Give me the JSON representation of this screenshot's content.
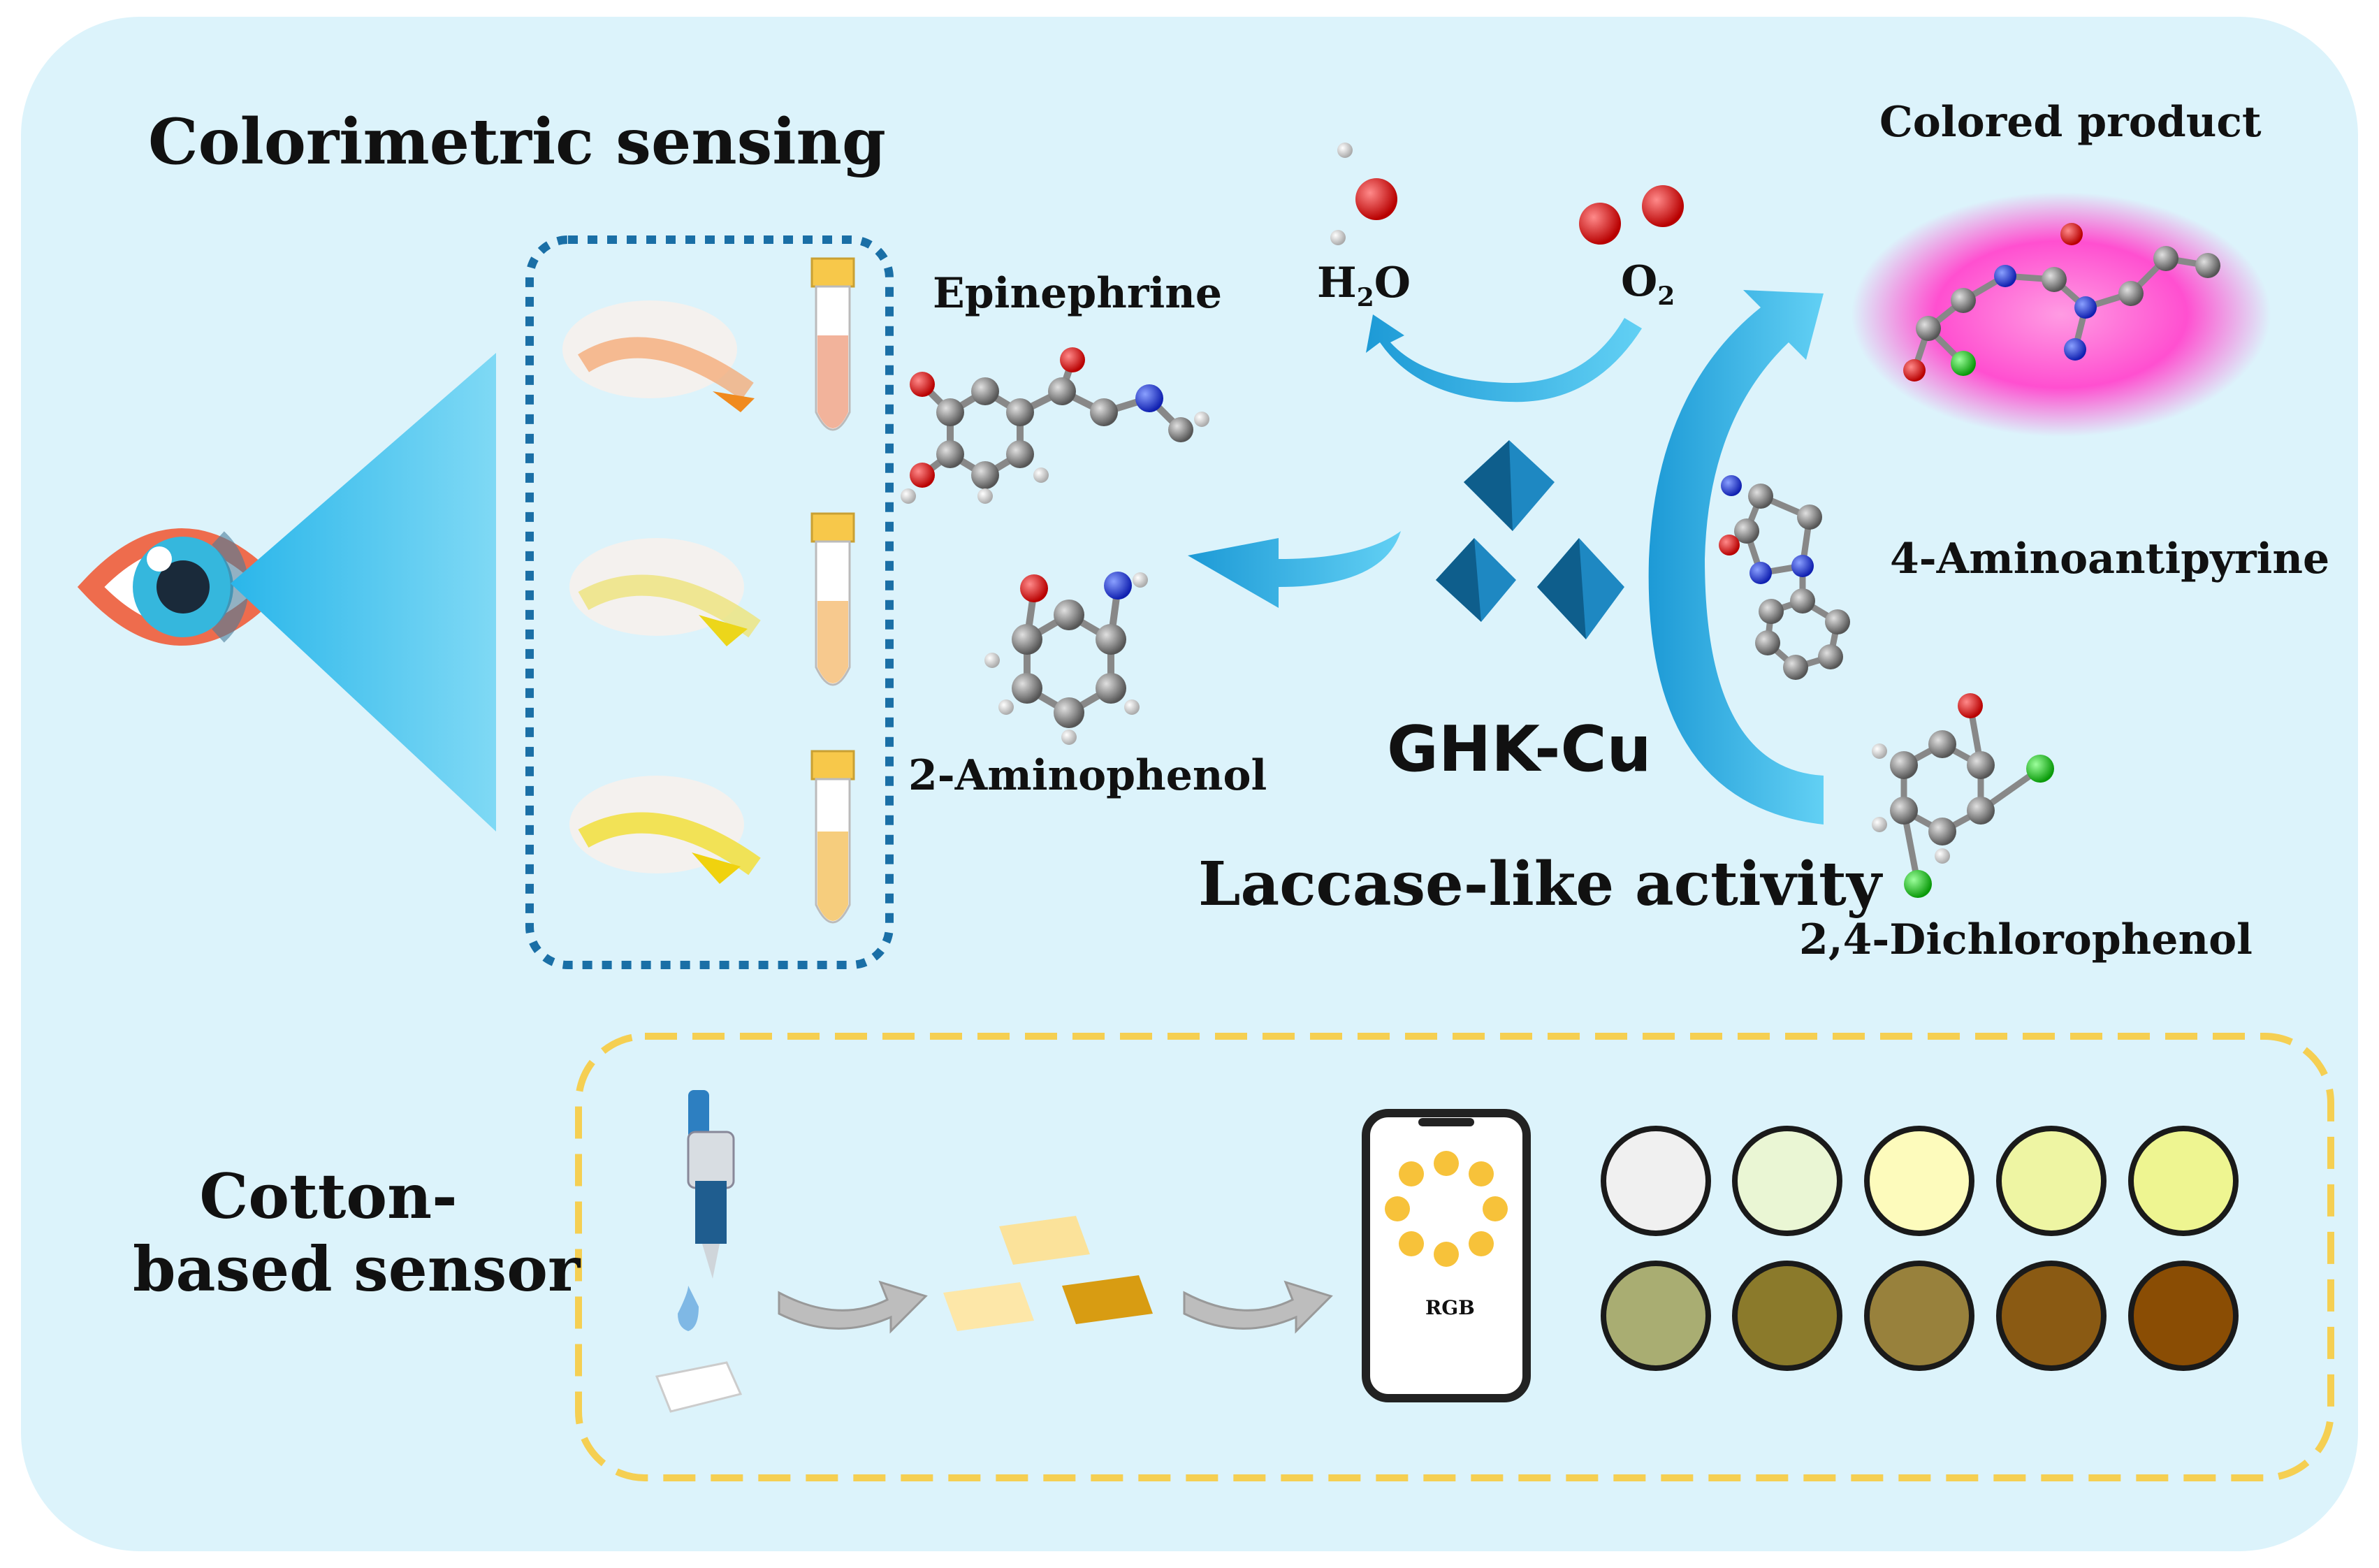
{
  "titles": {
    "colorimetric": "Colorimetric sensing",
    "cotton_line1": "Cotton-",
    "cotton_line2": "based sensor"
  },
  "labels": {
    "epinephrine": "Epinephrine",
    "aminophenol": "2-Aminophenol",
    "ghkcu": "GHK-Cu",
    "laccase": "Laccase-like activity",
    "colored_product": "Colored  product",
    "aminoantipyrine": "4-Aminoantipyrine",
    "dichlorophenol": "2,4-Dichlorophenol",
    "h2o_main": "H",
    "h2o_sub": "2",
    "h2o_tail": "O",
    "o2_main": "O",
    "o2_sub": "2",
    "phone_text": "RGB"
  },
  "colors": {
    "panel_bg": "#dcf3fb",
    "arrow_blue": "#29b6e8",
    "dashed_blue": "#1a6fa6",
    "dashed_yellow": "#f5cf52",
    "product_glow": "#ff3cc4",
    "eye_ring": "#ee6c4d",
    "swatches_row1": [
      "#f0f0f0",
      "#eaf6d4",
      "#fdfbbc",
      "#eef5a3",
      "#eef591"
    ],
    "swatches_row2": [
      "#a9ad72",
      "#8b7a2b",
      "#98813c",
      "#8a5a13",
      "#8a4d04"
    ],
    "tube_colors": [
      "#f2b39b",
      "#f7c98e",
      "#f6cd7d"
    ]
  },
  "icons": [
    "eye-icon",
    "pipette-icon",
    "smartphone-icon",
    "curved-arrow-icon",
    "octahedron-icon"
  ]
}
